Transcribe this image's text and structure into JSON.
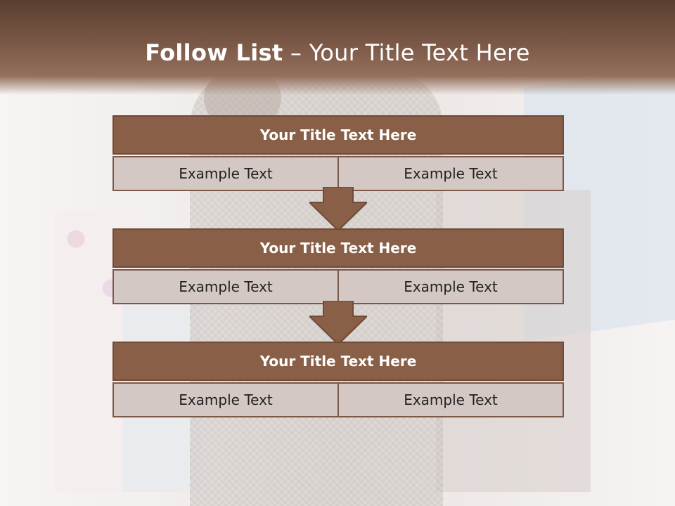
{
  "slide": {
    "title_bold": "Follow List",
    "title_rest": " – Your Title Text Here"
  },
  "blocks": [
    {
      "title": "Your Title Text Here",
      "left": "Example Text",
      "right": "Example Text"
    },
    {
      "title": "Your Title Text Here",
      "left": "Example Text",
      "right": "Example Text"
    },
    {
      "title": "Your Title Text Here",
      "left": "Example Text",
      "right": "Example Text"
    }
  ],
  "colors": {
    "header": "#7a5746",
    "block_title": "#8a5f47",
    "cell": "#d4c8c4",
    "arrow": "#8a5f47"
  },
  "icons": [
    "down-arrow-icon"
  ]
}
